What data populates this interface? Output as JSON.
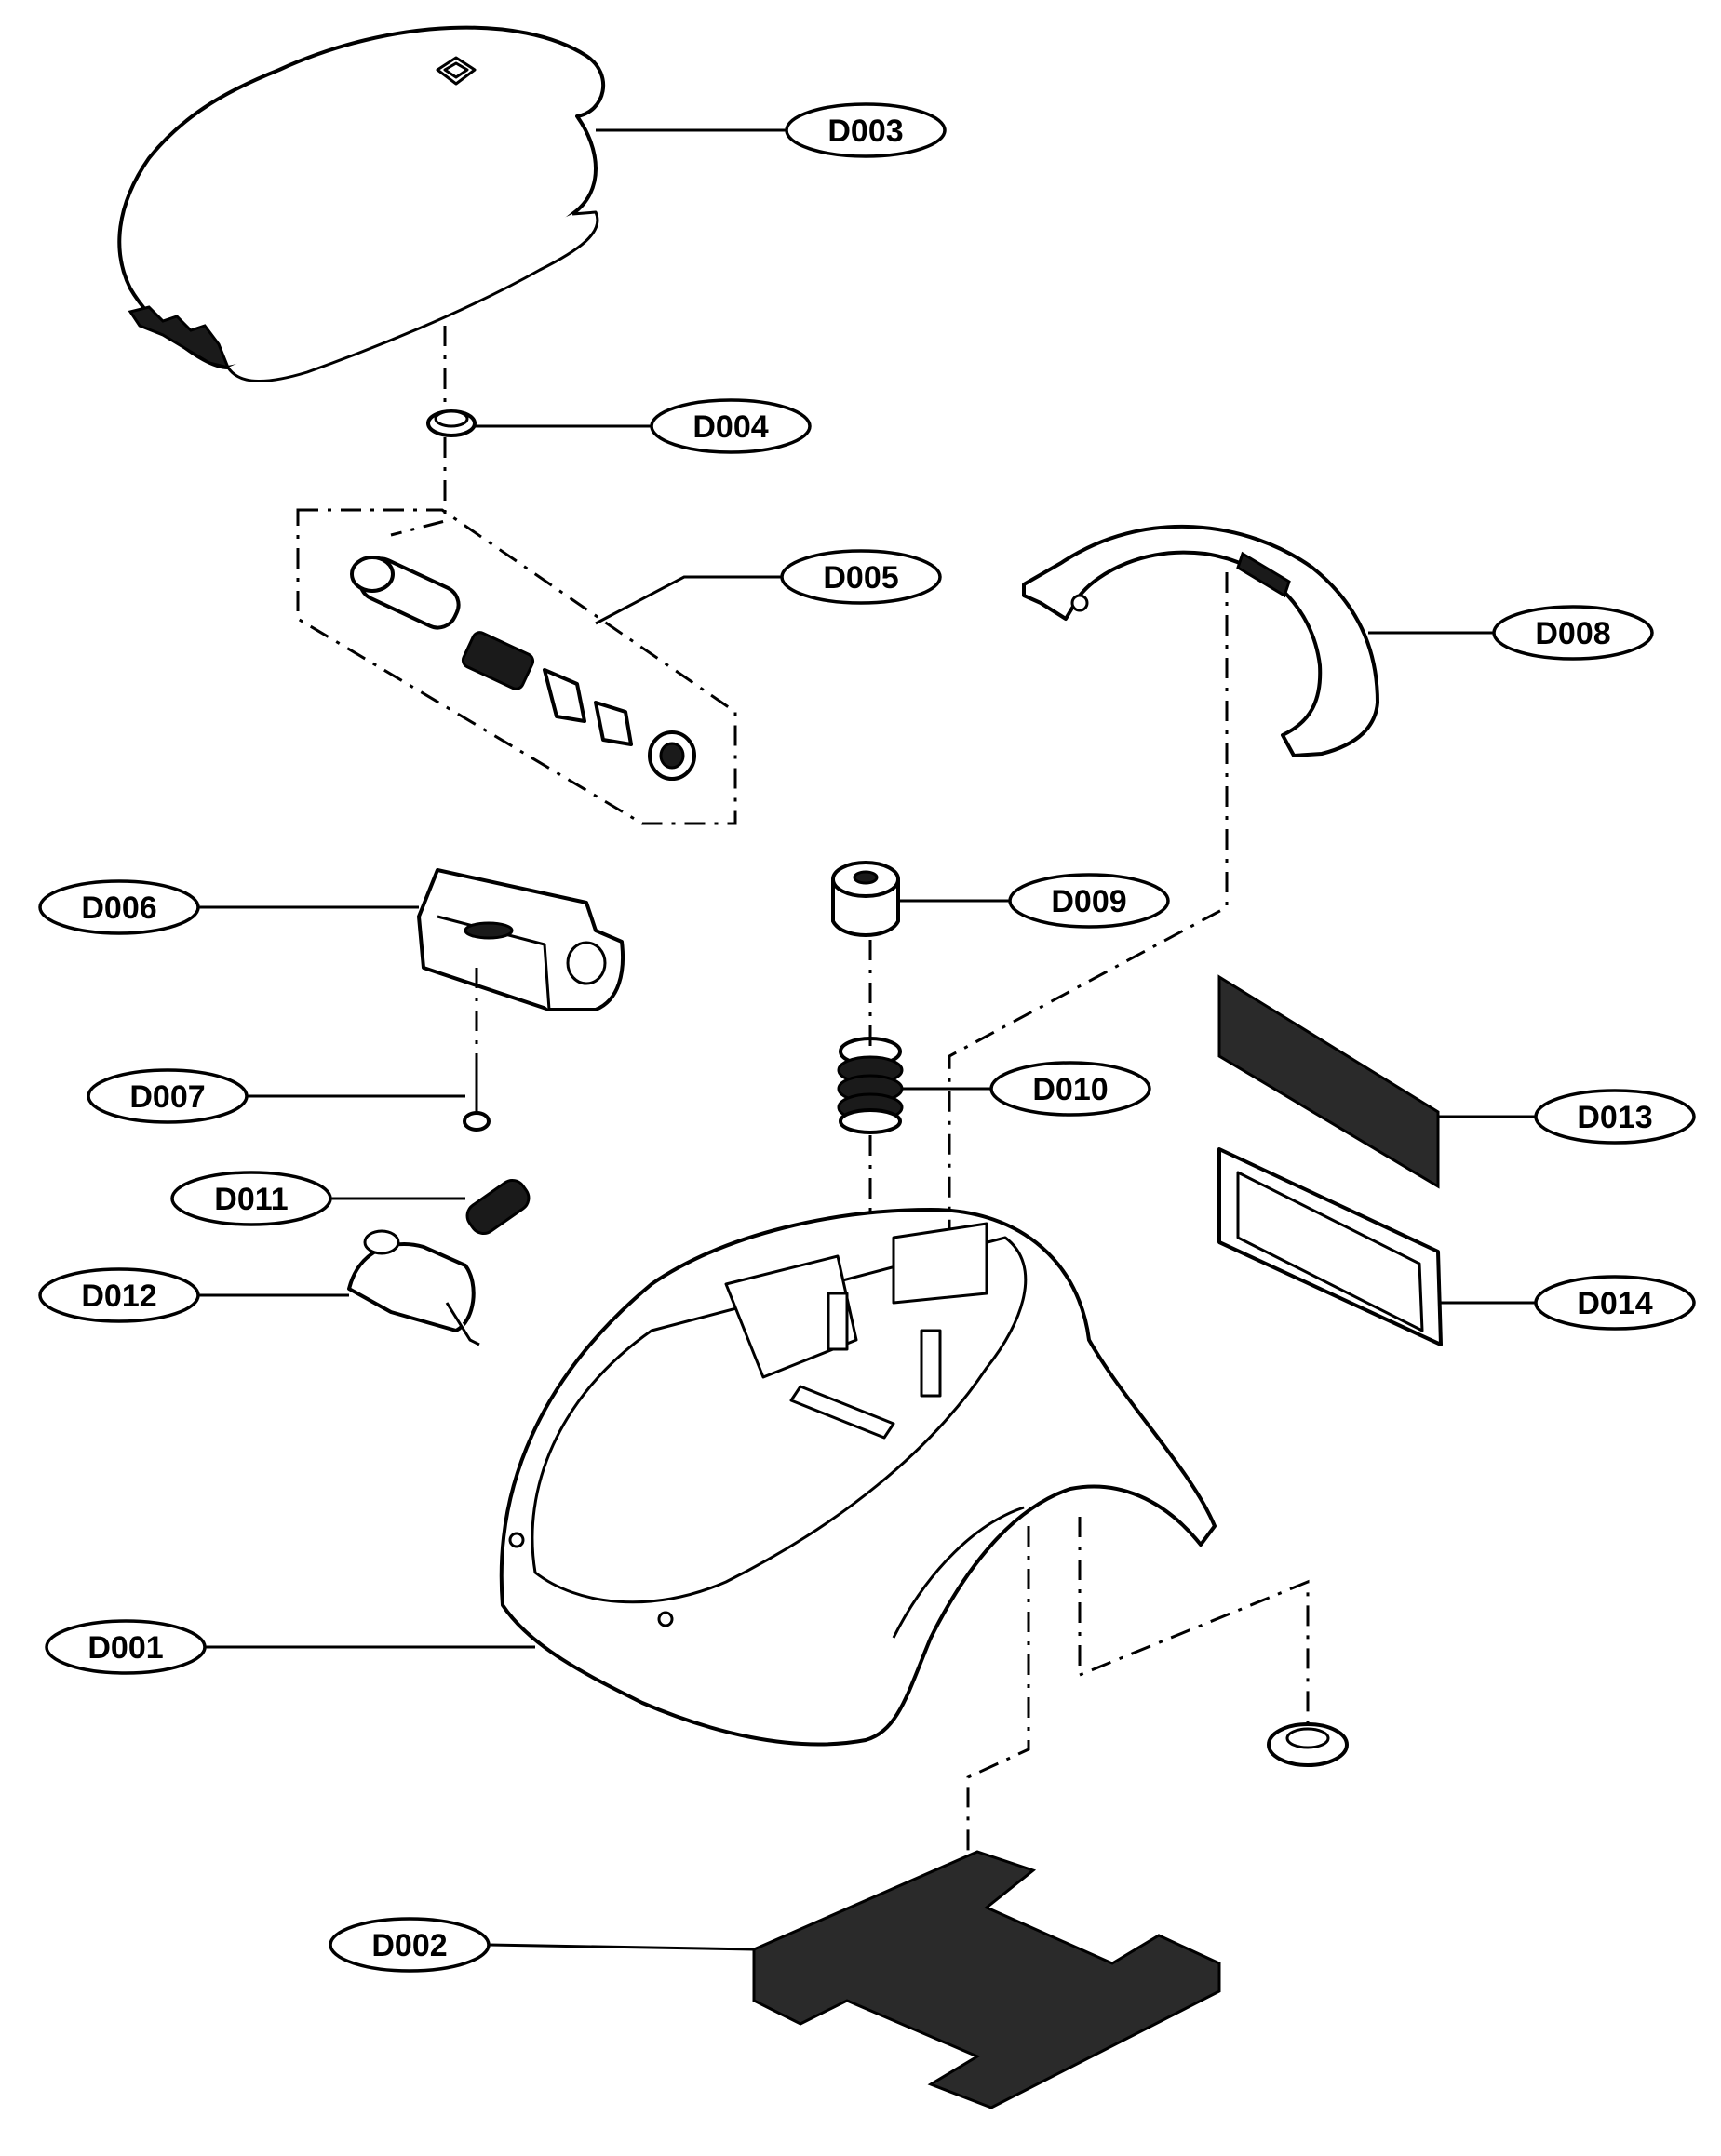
{
  "callouts": {
    "d001": "D001",
    "d002": "D002",
    "d003": "D003",
    "d004": "D004",
    "d005": "D005",
    "d006": "D006",
    "d007": "D007",
    "d008": "D008",
    "d009": "D009",
    "d010": "D010",
    "d011": "D011",
    "d012": "D012",
    "d013": "D013",
    "d014": "D014"
  }
}
